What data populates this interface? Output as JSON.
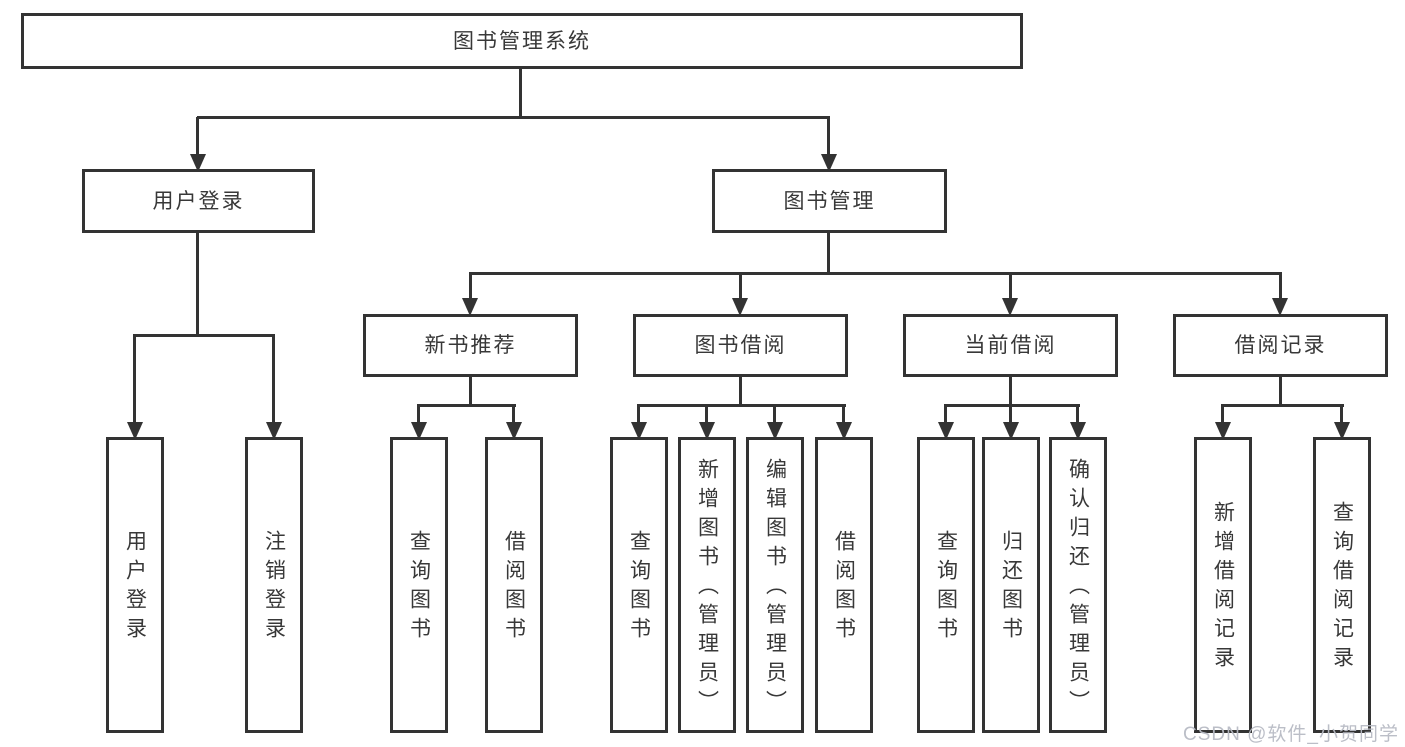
{
  "diagram_type": "tree",
  "colors": {
    "line": "#333333",
    "box_border": "#333333",
    "text": "#383838",
    "background": "#ffffff",
    "watermark": "#b7bbc4"
  },
  "hierarchy": {
    "label": "图书管理系统",
    "children": [
      {
        "label": "用户登录",
        "children": [
          {
            "label": "用户登录"
          },
          {
            "label": "注销登录"
          }
        ]
      },
      {
        "label": "图书管理",
        "children": [
          {
            "label": "新书推荐",
            "children": [
              {
                "label": "查询图书"
              },
              {
                "label": "借阅图书"
              }
            ]
          },
          {
            "label": "图书借阅",
            "children": [
              {
                "label": "查询图书"
              },
              {
                "label": "新增图书（管理员）"
              },
              {
                "label": "编辑图书（管理员）"
              },
              {
                "label": "借阅图书"
              }
            ]
          },
          {
            "label": "当前借阅",
            "children": [
              {
                "label": "查询图书"
              },
              {
                "label": "归还图书"
              },
              {
                "label": "确认归还（管理员）"
              }
            ]
          },
          {
            "label": "借阅记录",
            "children": [
              {
                "label": "新增借阅记录"
              },
              {
                "label": "查询借阅记录"
              }
            ]
          }
        ]
      }
    ]
  },
  "watermark": {
    "text": "CSDN @软件_小贺同学"
  }
}
